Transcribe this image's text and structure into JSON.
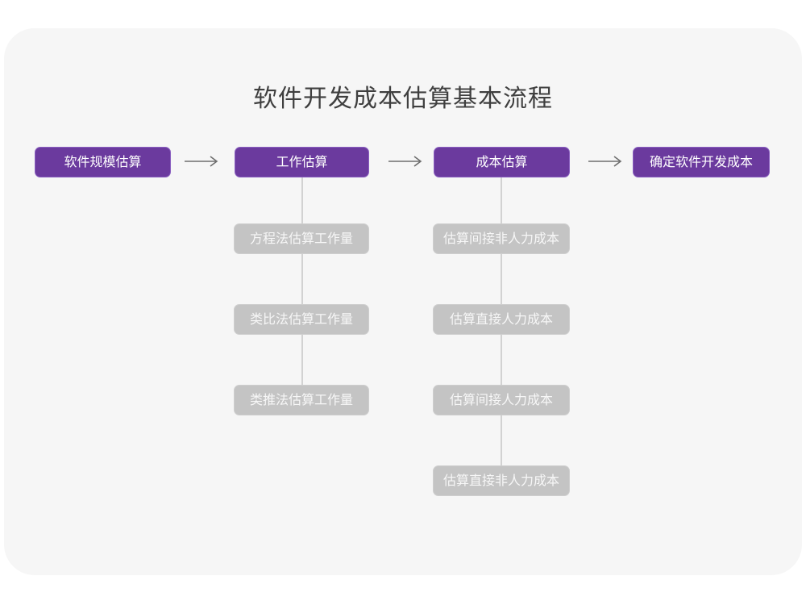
{
  "title": "软件开发成本估算基本流程",
  "colors": {
    "page_background": "#ffffff",
    "card_background": "#f6f6f6",
    "stage_fill": "#6b3a9e",
    "stage_border": "#8a5fc0",
    "sub_node_fill": "#c4c4c4",
    "node_text": "#ffffff",
    "connector_line": "#d2d2d2",
    "arrow": "#6e6e6e",
    "title_text": "#3f3f3f"
  },
  "flow": {
    "stages": [
      {
        "label": "软件规模估算",
        "children": []
      },
      {
        "label": "工作估算",
        "children": [
          "方程法估算工作量",
          "类比法估算工作量",
          "类推法估算工作量"
        ]
      },
      {
        "label": "成本估算",
        "children": [
          "估算间接非人力成本",
          "估算直接人力成本",
          "估算间接人力成本",
          "估算直接非人力成本"
        ]
      },
      {
        "label": "确定软件开发成本",
        "children": []
      }
    ]
  }
}
